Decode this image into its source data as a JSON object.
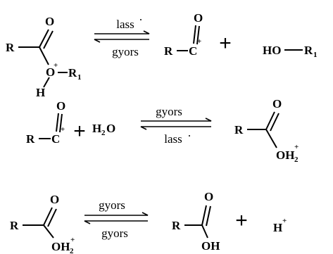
{
  "reactions": [
    {
      "reactant": {
        "r": "R",
        "o": "O",
        "o_plus": "O",
        "plus_sign": "+",
        "r1": "R",
        "r1_sub": "1",
        "h": "H"
      },
      "arrow": {
        "top": "lass",
        "bottom": "gyors"
      },
      "product1": {
        "r": "R",
        "c": "C",
        "o": "O",
        "plus_sign": "+"
      },
      "plus": "+",
      "product2": {
        "ho": "HO",
        "r1": "R",
        "r1_sub": "1"
      }
    },
    {
      "reactant1": {
        "r": "R",
        "c": "C",
        "o": "O",
        "plus_sign": "+"
      },
      "plus": "+",
      "reactant2": {
        "h": "H",
        "sub": "2",
        "o": "O"
      },
      "arrow": {
        "top": "gyors",
        "bottom": "lass"
      },
      "product": {
        "r": "R",
        "o": "O",
        "oh": "OH",
        "sub": "2",
        "plus_sign": "+"
      }
    },
    {
      "reactant": {
        "r": "R",
        "o": "O",
        "oh": "OH",
        "sub": "2",
        "plus_sign": "+"
      },
      "arrow": {
        "top": "gyors",
        "bottom": "gyors"
      },
      "product1": {
        "r": "R",
        "o": "O",
        "oh": "OH"
      },
      "plus": "+",
      "product2": {
        "h": "H",
        "plus_sign": "+"
      }
    }
  ]
}
